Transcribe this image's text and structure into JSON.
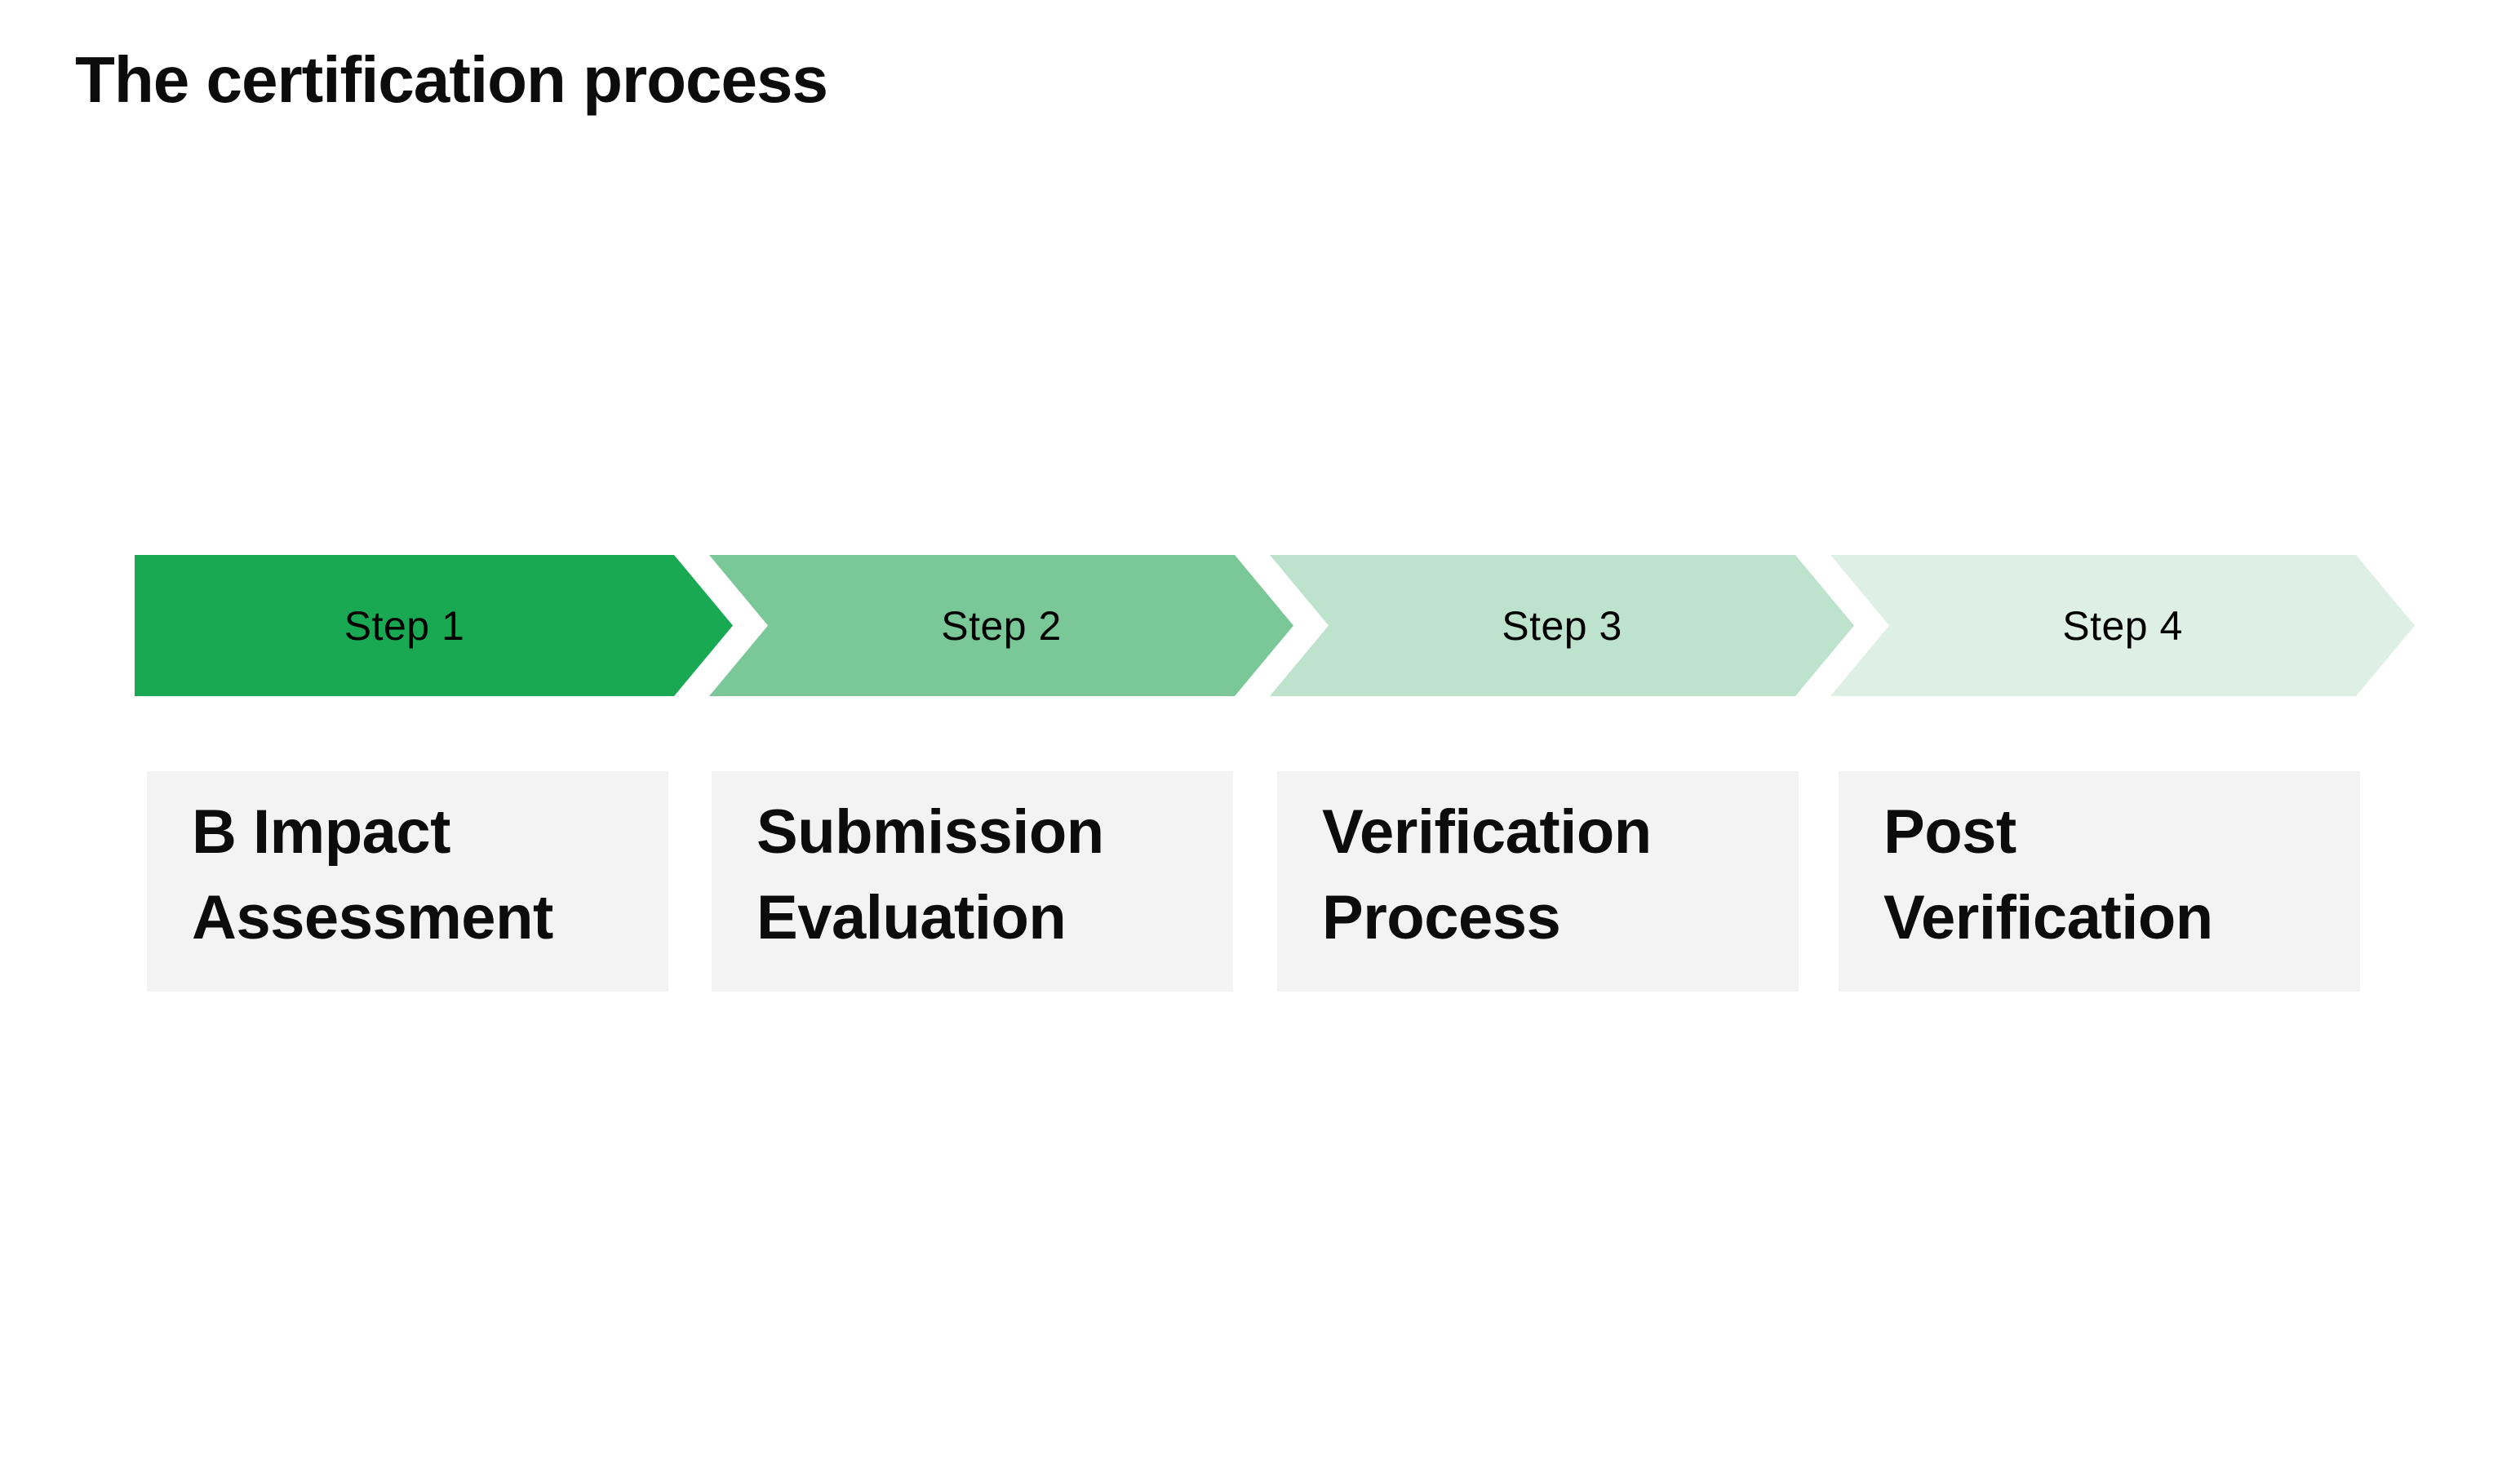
{
  "page": {
    "title": "The certification process",
    "background_color": "#ffffff",
    "text_color": "#0c0c0c"
  },
  "colors": {
    "step1_green": "#19a952",
    "step2_green": "#7ac897",
    "step3_green": "#bee3cd",
    "step4_green": "#def0e5",
    "card_background": "#f3f3f3",
    "step_label_text": "#000000"
  },
  "steps": [
    {
      "step_label": "Step 1",
      "arrow_color": "#19a952",
      "label_lines": [
        "B Impact",
        "Assessment"
      ]
    },
    {
      "step_label": "Step 2",
      "arrow_color": "#7ac897",
      "label_lines": [
        "Submission",
        "Evaluation"
      ]
    },
    {
      "step_label": "Step 3",
      "arrow_color": "#bee3cd",
      "label_lines": [
        "Verification",
        "Process"
      ]
    },
    {
      "step_label": "Step 4",
      "arrow_color": "#def0e5",
      "label_lines": [
        "Post",
        "Verification"
      ]
    }
  ]
}
